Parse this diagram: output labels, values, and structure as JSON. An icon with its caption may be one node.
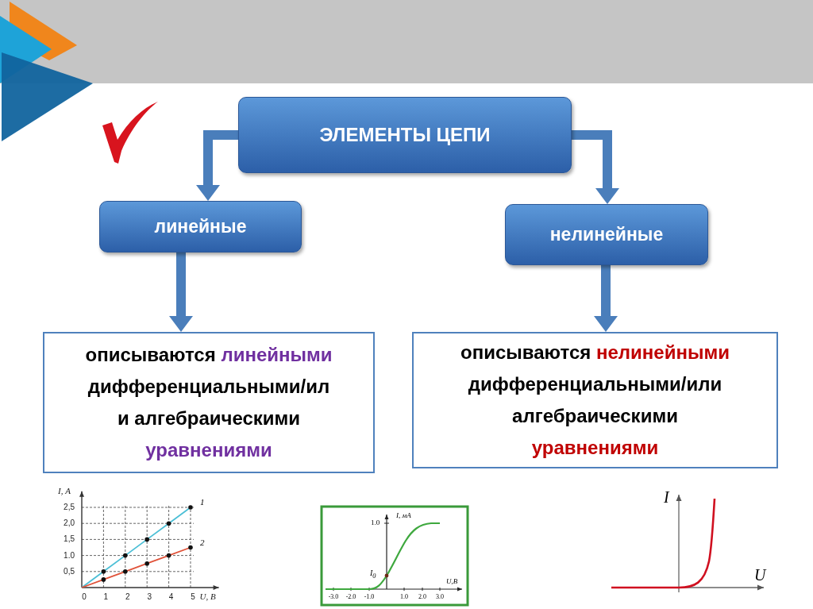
{
  "diagram": {
    "nodes": [
      {
        "text": [
          "ЭЛЕМЕНТЫ ЦЕПИ"
        ]
      },
      {
        "text": [
          "линейные"
        ]
      },
      {
        "text": [
          "нелинейные"
        ]
      },
      {
        "text": [
          "описываются линейными дифференциальными/ил и алгебраическими уравнениями"
        ]
      },
      {
        "text": [
          "описываются нелинейными дифференциальными/или алгебраическими уравнениями"
        ]
      }
    ],
    "edges": [
      {
        "from": 0,
        "to": 1,
        "arrow": "to"
      },
      {
        "from": 0,
        "to": 2,
        "arrow": "to"
      },
      {
        "from": 1,
        "to": 3,
        "arrow": "to"
      },
      {
        "from": 2,
        "to": 4,
        "arrow": "to"
      }
    ],
    "labels": [
      "I, мА",
      "1.0",
      "I$_{0}$",
      "U,В",
      "-3.0",
      "-2.0",
      "-1.0",
      "1.0",
      "2.0",
      "3.0",
      "I",
      "U"
    ],
    "chart_data": {
      "type": "line",
      "xlabel": "U, В",
      "ylabel": "I, А",
      "x": [
        0,
        1,
        2,
        3,
        4,
        5
      ],
      "series": [
        {
          "name": "1",
          "color": "#4bbfd6",
          "values": [
            0,
            0.5,
            1.0,
            1.5,
            2.0,
            2.5
          ]
        },
        {
          "name": "2",
          "color": "#e0533a",
          "values": [
            0,
            0.25,
            0.5,
            0.75,
            1.0,
            1.25
          ]
        }
      ],
      "xlim": [
        0,
        6.3
      ],
      "ylim": [
        0,
        3
      ],
      "xticks": [
        0,
        1,
        2,
        3,
        4,
        5
      ],
      "yticks": [
        {
          "value": 0.5,
          "label": "0,5"
        },
        {
          "value": 1.0,
          "label": "1.0"
        },
        {
          "value": 1.5,
          "label": "1,5"
        },
        {
          "value": 2.0,
          "label": "2,0"
        },
        {
          "value": 2.5,
          "label": "2,5"
        }
      ],
      "grid": true
    }
  }
}
